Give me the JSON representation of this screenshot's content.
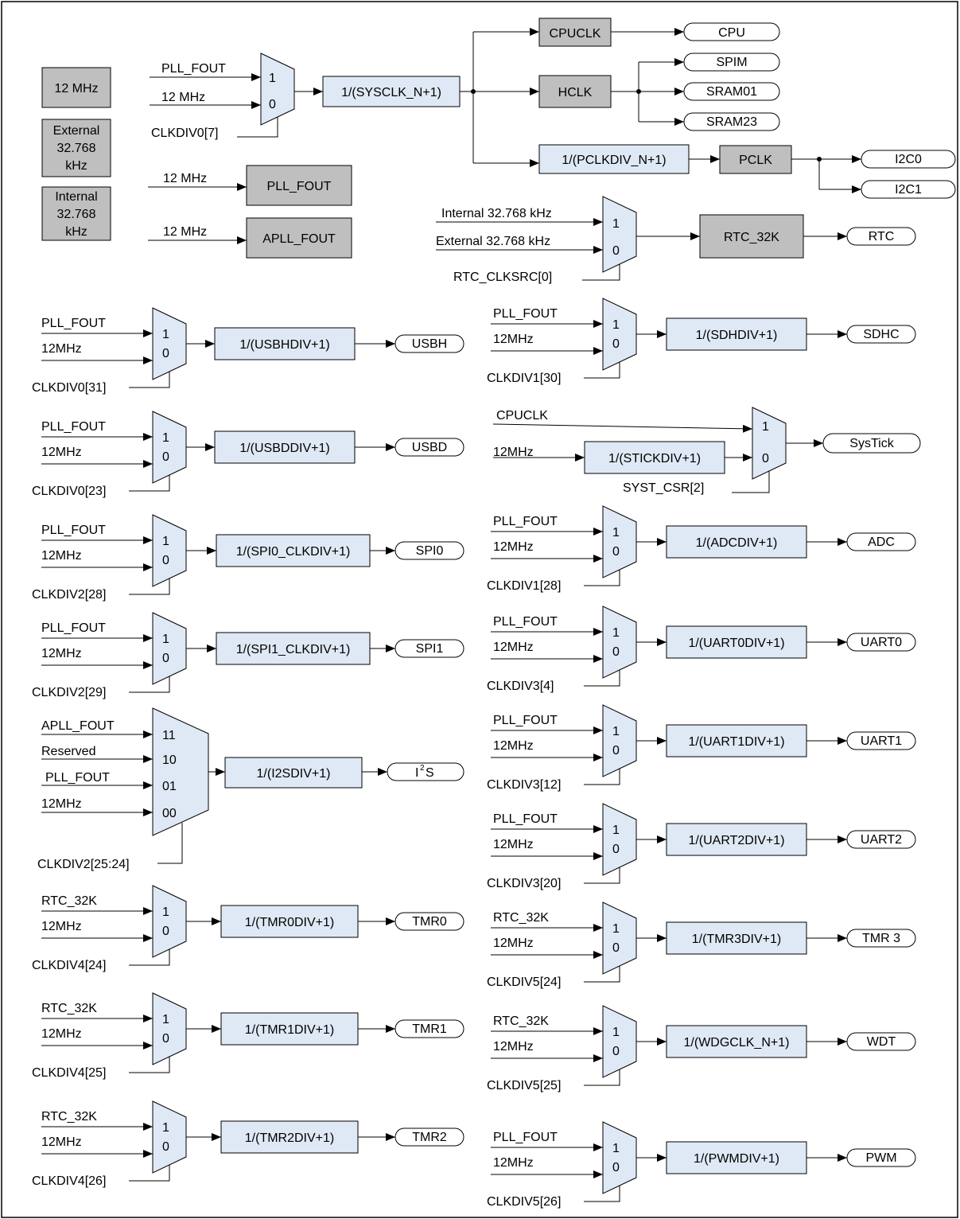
{
  "sources": {
    "osc12": "12 MHz",
    "ext32k": [
      "External",
      "32.768",
      "kHz"
    ],
    "int32k": [
      "Internal",
      "32.768",
      "kHz"
    ]
  },
  "sysclk": {
    "in1": "PLL_FOUT",
    "in0": "12 MHz",
    "sel": "CLKDIV0[7]",
    "mux1": "1",
    "mux0": "0",
    "div": "1/(SYSCLK_N+1)",
    "cpuclk": "CPUCLK",
    "cpu": "CPU",
    "hclk": "HCLK",
    "spim": "SPIM",
    "sram01": "SRAM01",
    "sram23": "SRAM23",
    "pclkdiv": "1/(PCLKDIV_N+1)",
    "pclk": "PCLK",
    "i2c0": "I2C0",
    "i2c1": "I2C1"
  },
  "pll": {
    "in": "12 MHz",
    "out": "PLL_FOUT"
  },
  "apll": {
    "in": "12 MHz",
    "out": "APLL_FOUT"
  },
  "rtc": {
    "in1": "Internal 32.768 kHz",
    "in0": "External 32.768 kHz",
    "sel": "RTC_CLKSRC[0]",
    "mux1": "1",
    "mux0": "0",
    "block": "RTC_32K",
    "out": "RTC"
  },
  "usbh": {
    "in1": "PLL_FOUT",
    "in0": "12MHz",
    "sel": "CLKDIV0[31]",
    "mux1": "1",
    "mux0": "0",
    "div": "1/(USBHDIV+1)",
    "out": "USBH"
  },
  "usbd": {
    "in1": "PLL_FOUT",
    "in0": "12MHz",
    "sel": "CLKDIV0[23]",
    "mux1": "1",
    "mux0": "0",
    "div": "1/(USBDDIV+1)",
    "out": "USBD"
  },
  "spi0": {
    "in1": "PLL_FOUT",
    "in0": "12MHz",
    "sel": "CLKDIV2[28]",
    "mux1": "1",
    "mux0": "0",
    "div": "1/(SPI0_CLKDIV+1)",
    "out": "SPI0"
  },
  "spi1": {
    "in1": "PLL_FOUT",
    "in0": "12MHz",
    "sel": "CLKDIV2[29]",
    "mux1": "1",
    "mux0": "0",
    "div": "1/(SPI1_CLKDIV+1)",
    "out": "SPI1"
  },
  "i2s": {
    "in3": "APLL_FOUT",
    "in2": "Reserved",
    "in1": "PLL_FOUT",
    "in0": "12MHz",
    "m3": "11",
    "m2": "10",
    "m1": "01",
    "m0": "00",
    "sel": "CLKDIV2[25:24]",
    "div": "1/(I2SDIV+1)",
    "out_base": "I",
    "out_sup": "2",
    "out_tail": "S"
  },
  "tmr0": {
    "in1": "RTC_32K",
    "in0": "12MHz",
    "sel": "CLKDIV4[24]",
    "mux1": "1",
    "mux0": "0",
    "div": "1/(TMR0DIV+1)",
    "out": "TMR0"
  },
  "tmr1": {
    "in1": "RTC_32K",
    "in0": "12MHz",
    "sel": "CLKDIV4[25]",
    "mux1": "1",
    "mux0": "0",
    "div": "1/(TMR1DIV+1)",
    "out": "TMR1"
  },
  "tmr2": {
    "in1": "RTC_32K",
    "in0": "12MHz",
    "sel": "CLKDIV4[26]",
    "mux1": "1",
    "mux0": "0",
    "div": "1/(TMR2DIV+1)",
    "out": "TMR2"
  },
  "sdhc": {
    "in1": "PLL_FOUT",
    "in0": "12MHz",
    "sel": "CLKDIV1[30]",
    "mux1": "1",
    "mux0": "0",
    "div": "1/(SDHDIV+1)",
    "out": "SDHC"
  },
  "systick": {
    "in1": "CPUCLK",
    "in0": "12MHz",
    "sel": "SYST_CSR[2]",
    "mux1": "1",
    "mux0": "0",
    "div": "1/(STICKDIV+1)",
    "out": "SysTick"
  },
  "adc": {
    "in1": "PLL_FOUT",
    "in0": "12MHz",
    "sel": "CLKDIV1[28]",
    "mux1": "1",
    "mux0": "0",
    "div": "1/(ADCDIV+1)",
    "out": "ADC"
  },
  "uart0": {
    "in1": "PLL_FOUT",
    "in0": "12MHz",
    "sel": "CLKDIV3[4]",
    "mux1": "1",
    "mux0": "0",
    "div": "1/(UART0DIV+1)",
    "out": "UART0"
  },
  "uart1": {
    "in1": "PLL_FOUT",
    "in0": "12MHz",
    "sel": "CLKDIV3[12]",
    "mux1": "1",
    "mux0": "0",
    "div": "1/(UART1DIV+1)",
    "out": "UART1"
  },
  "uart2": {
    "in1": "PLL_FOUT",
    "in0": "12MHz",
    "sel": "CLKDIV3[20]",
    "mux1": "1",
    "mux0": "0",
    "div": "1/(UART2DIV+1)",
    "out": "UART2"
  },
  "tmr3": {
    "in1": "RTC_32K",
    "in0": "12MHz",
    "sel": "CLKDIV5[24]",
    "mux1": "1",
    "mux0": "0",
    "div": "1/(TMR3DIV+1)",
    "out": "TMR 3"
  },
  "wdt": {
    "in1": "RTC_32K",
    "in0": "12MHz",
    "sel": "CLKDIV5[25]",
    "mux1": "1",
    "mux0": "0",
    "div": "1/(WDGCLK_N+1)",
    "out": "WDT"
  },
  "pwm": {
    "in1": "PLL_FOUT",
    "in0": "12MHz",
    "sel": "CLKDIV5[26]",
    "mux1": "1",
    "mux0": "0",
    "div": "1/(PWMDIV+1)",
    "out": "PWM"
  }
}
